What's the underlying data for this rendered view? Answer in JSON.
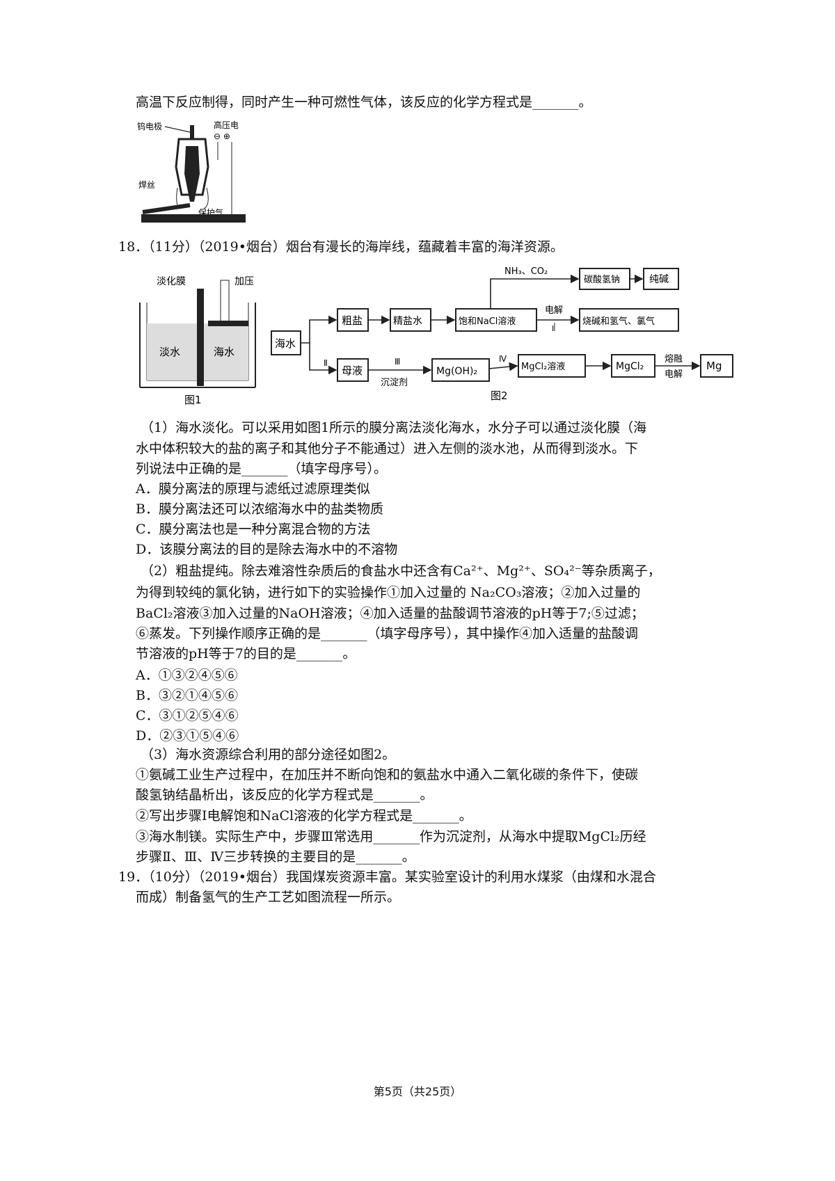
{
  "lines": [
    "高温下反应制得，同时产生一种可燃性气体，该反应的化学方程式是_______。",
    "18．（11分）（2019•烟台）烟台有漫长的海岸线，蕴藏着丰富的海洋资源。",
    "（1）海水淡化。可以采用如图1所示的膜分离法淡化海水，水分子可以通过淡化膜（海",
    "水中体积较大的盐的离子和其他分子不能通过）进入左侧的淡水池，从而得到淡水。下",
    "列说法中正确的是_______（填字母序号）。",
    "A．膜分离法的原理与滤纸过滤原理类似",
    "B．膜分离法还可以浓缩海水中的盐类物质",
    "C．膜分离法也是一种分离混合物的方法",
    "D．该膜分离法的目的是除去海水中的不溶物",
    "（2）粗盐提纯。除去难溶性杂质后的食盐水中还含有Ca²⁺、Mg²⁺、SO₄²⁻等杂质离子，",
    "为得到较纯的氯化钠，进行如下的实验操作①加入过量的 Na₂CO₃溶液；②加入过量的",
    "BaCl₂溶液③加入过量的NaOH溶液；④加入适量的盐酸调节溶液的pH等于7;⑤过滤；",
    "⑥蒸发。下列操作顺序正确的是_______（填字母序号），其中操作④加入适量的盐酸调",
    "节溶液的pH等于7的目的是_______。",
    "A．①③②④⑤⑥",
    "B．③②①④⑤⑥",
    "C．③①②⑤④⑥",
    "D．②③①⑤④⑥",
    "（3）海水资源综合利用的部分途径如图2。",
    "①氨碱工业生产过程中，在加压并不断向饱和的氨盐水中通入二氧化碳的条件下，使碳",
    "酸氢钠结晶析出，该反应的化学方程式是_______。",
    "②写出步骤Ⅰ电解饱和NaCl溶液的化学方程式是_______。",
    "③海水制镁。实际生产中，步骤Ⅲ常选用_______作为沉淀剂，从海水中提取MgCl₂历经",
    "步骤Ⅱ、Ⅲ、Ⅳ三步转换的主要目的是_______。",
    "19．（10分）（2019•烟台）我国煤炭资源丰富。某实验室设计的利用水煤浆（由煤和水混合",
    "而成）制备氢气的生产工艺如图流程一所示。"
  ],
  "page_footer": "第5页（共25页）",
  "fig_weld": {
    "electrode": "钨电极",
    "hv": "高压电",
    "signs": "⊖ ⊕",
    "wire": "焊丝",
    "gas": "保护气"
  },
  "fig1": {
    "membrane": "淡化膜",
    "pressure": "加压",
    "fresh": "淡水",
    "sea": "海水",
    "caption": "图1"
  },
  "fig2": {
    "seawater": "海水",
    "crude_salt": "粗盐",
    "refined": "精盐水",
    "saturated": "饱和NaCl溶液",
    "reagents_top": "NH₃、CO₂",
    "nahco3": "碳酸氢钠",
    "soda": "纯碱",
    "electrolysis": "电解",
    "step1": "Ⅰ",
    "products": "烧碱和氢气、氯气",
    "step2": "Ⅱ",
    "mother": "母液",
    "step3": "Ⅲ",
    "precipitant": "沉淀剂",
    "mgoh2": "Mg(OH)₂",
    "step4": "Ⅳ",
    "mgcl2_sol": "MgCl₂溶液",
    "mgcl2": "MgCl₂",
    "molten": "熔融",
    "electrolysis2": "电解",
    "mg": "Mg",
    "caption": "图2"
  }
}
